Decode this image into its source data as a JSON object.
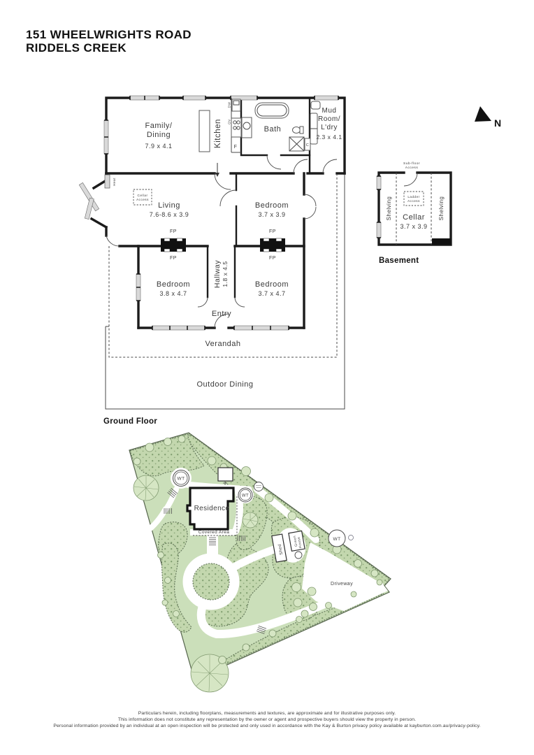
{
  "header": {
    "line1": "151 WHEELWRIGHTS ROAD",
    "line2": "RIDDELS CREEK"
  },
  "north": {
    "label": "N"
  },
  "ground_floor": {
    "label": "Ground Floor",
    "family_dining": {
      "l1": "Family/",
      "l2": "Dining",
      "dims": "7.9 x 4.1"
    },
    "kitchen": "Kitchen",
    "bath": "Bath",
    "mud_room": {
      "l1": "Mud",
      "l2": "Room/",
      "l3": "L'dry",
      "dims": "2.3 x 4.1"
    },
    "living": {
      "l1": "Living",
      "dims": "7.6-8.6 x 3.9"
    },
    "bedroom_ne": {
      "l1": "Bedroom",
      "dims": "3.7 x 3.9"
    },
    "bedroom_sw": {
      "l1": "Bedroom",
      "dims": "3.8 x 4.7"
    },
    "bedroom_se": {
      "l1": "Bedroom",
      "dims": "3.7 x 4.7"
    },
    "hallway": {
      "l1": "Hallway",
      "dims": "1.8 x 4.5"
    },
    "entry": "Entry",
    "verandah": "Verandah",
    "outdoor_dining": "Outdoor Dining",
    "fp": "FP",
    "fridge": "F",
    "cupboard": "C",
    "dishwasher": "DW",
    "oven": "OV",
    "heat": "Heat",
    "cellar_access": {
      "l1": "Cellar",
      "l2": "Access"
    }
  },
  "basement": {
    "label": "Basement",
    "cellar": {
      "l1": "Cellar",
      "dims": "3.7 x 3.9"
    },
    "shelving": "Shelving",
    "subfloor": {
      "l1": "Sub-floor",
      "l2": "Access"
    },
    "ladder": {
      "l1": "Ladder",
      "l2": "Access"
    }
  },
  "site_plan": {
    "residence": "Residence",
    "covered_area": "Covered Area",
    "driveway": "Driveway",
    "water_tank": "WT",
    "shed": "Shed",
    "greenhouse": {
      "l1": "Green",
      "l2": "House"
    }
  },
  "footer": {
    "line1": "Particulars herein, including floorplans, measurements and textures, are approximate and for illustrative purposes only.",
    "line2": "This information does not constitute any representation by the owner or agent and prospective buyers should view the property in person.",
    "line3": "Personal information provided by an individual at an open inspection will be protected and only used in accordance with the Kay & Burton privacy policy available at kayburton.com.au/privacy-policy."
  },
  "colors": {
    "site_green": "#cbdfba",
    "garden_green": "#c3d7ae",
    "wall": "#1b1b1b"
  }
}
